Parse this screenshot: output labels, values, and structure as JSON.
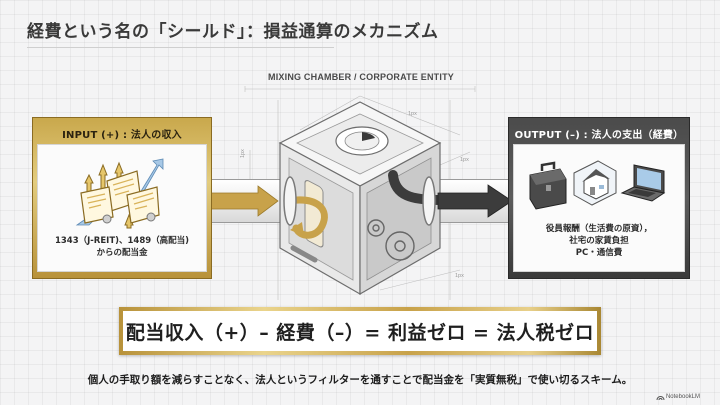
{
  "title": "経費という名の「シールド」：損益通算のメカニズム",
  "chamber": {
    "label": "MIXING CHAMBER / CORPORATE ENTITY",
    "dimension_labels": [
      "1px",
      "1px",
      "1px",
      "1px"
    ]
  },
  "input_panel": {
    "header": "INPUT (+) : 法人の収入",
    "icon": "dividend-certificates-icon",
    "caption_line1": "1343（J-REIT)、1489（高配当)",
    "caption_line2": "からの配当金"
  },
  "output_panel": {
    "header": "OUTPUT (–) : 法人の支出（経費）",
    "icons": [
      "briefcase-icon",
      "house-icon",
      "laptop-icon"
    ],
    "caption_line1": "役員報酬（生活費の原資），",
    "caption_line2": "社宅の家賃負担",
    "caption_line3": "PC・通信費"
  },
  "equation": "配当収入（+）– 経費（–）= 利益ゼロ = 法人税ゼロ",
  "footer": "個人の手取り額を減らすことなく、法人というフィルターを通すことで配当金を「実質無税」で使い切るスキーム。",
  "brand": "NotebookLM",
  "colors": {
    "gold": "#c9a84c",
    "dark": "#4a4a4a",
    "arrow_gold": "#c8a24a",
    "arrow_dark": "#3c3c3c"
  }
}
